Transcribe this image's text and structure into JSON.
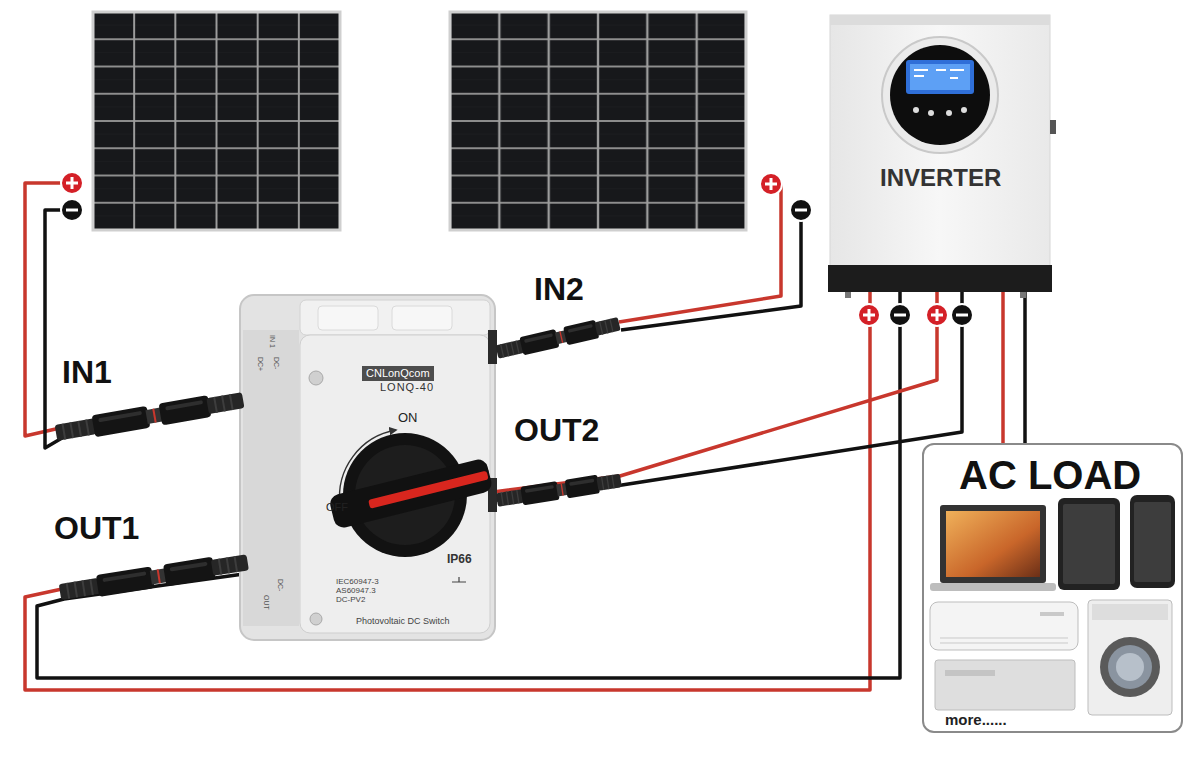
{
  "diagram": {
    "nodes": [
      {
        "text": [
          "INVERTER"
        ]
      },
      {
        "text": [
          "CNLonQcom",
          "LONQ-40",
          "ON",
          "OFF",
          "IP66",
          "IEC60947-3 AS60947.3 DC-PV2",
          "Photovoltaic DC Switch",
          "IN 1",
          "DC+",
          "DC-",
          "OUT",
          "DC-"
        ]
      },
      {
        "text": [
          "AC LOAD",
          "more......"
        ]
      }
    ],
    "edges": [
      {
        "from": 1,
        "to": 0,
        "arrow": "none"
      },
      {
        "from": 1,
        "to": 0,
        "arrow": "none"
      },
      {
        "from": 0,
        "to": 2,
        "arrow": "none"
      }
    ],
    "labels": [
      "IN1",
      "IN2",
      "OUT1",
      "OUT2"
    ]
  }
}
